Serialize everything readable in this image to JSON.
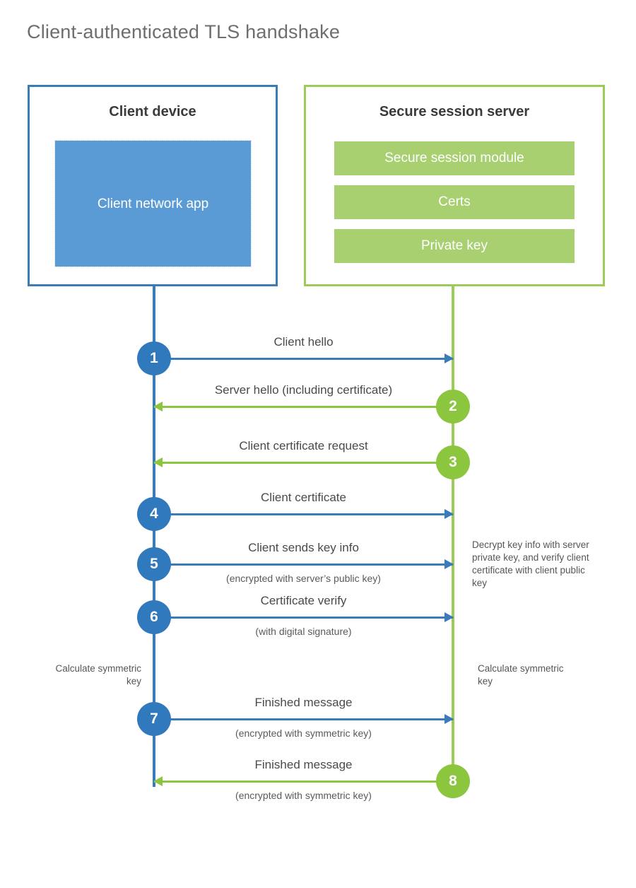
{
  "title": "Client-authenticated TLS handshake",
  "colors": {
    "client_blue": "#3a7cba",
    "client_app_fill": "#5b9bd5",
    "server_green": "#9ccb57",
    "server_block_fill": "#a8d071",
    "arrow_blue": "#3a7cba",
    "arrow_green": "#8cc63e",
    "circle_blue": "#2f79bc",
    "circle_green": "#8cc63e",
    "title_gray": "#6d6e71",
    "text_gray": "#4a4a4a"
  },
  "client": {
    "title": "Client device",
    "app_label": "Client network app"
  },
  "server": {
    "title": "Secure session server",
    "blocks": [
      {
        "label": "Secure session module"
      },
      {
        "label": "Certs"
      },
      {
        "label": "Private key"
      }
    ]
  },
  "messages": [
    {
      "step": "1",
      "label": "Client hello",
      "sublabel": "",
      "direction": "to-server",
      "color": "blue"
    },
    {
      "step": "2",
      "label": "Server hello (including certificate)",
      "sublabel": "",
      "direction": "to-client",
      "color": "green"
    },
    {
      "step": "3",
      "label": "Client certificate request",
      "sublabel": "",
      "direction": "to-client",
      "color": "green"
    },
    {
      "step": "4",
      "label": "Client certificate",
      "sublabel": "",
      "direction": "to-server",
      "color": "blue"
    },
    {
      "step": "5",
      "label": "Client sends key info",
      "sublabel": "(encrypted with server’s public key)",
      "direction": "to-server",
      "color": "blue"
    },
    {
      "step": "6",
      "label": "Certificate verify",
      "sublabel": "(with digital signature)",
      "direction": "to-server",
      "color": "blue"
    },
    {
      "step": "7",
      "label": "Finished message",
      "sublabel": "(encrypted with symmetric key)",
      "direction": "to-server",
      "color": "blue"
    },
    {
      "step": "8",
      "label": "Finished message",
      "sublabel": "(encrypted with symmetric key)",
      "direction": "to-client",
      "color": "green"
    }
  ],
  "notes": {
    "server_decrypt": "Decrypt key info with server private key, and verify client certificate with client public key",
    "client_calculate": "Calculate symmetric key",
    "server_calculate": "Calculate symmetric key"
  }
}
